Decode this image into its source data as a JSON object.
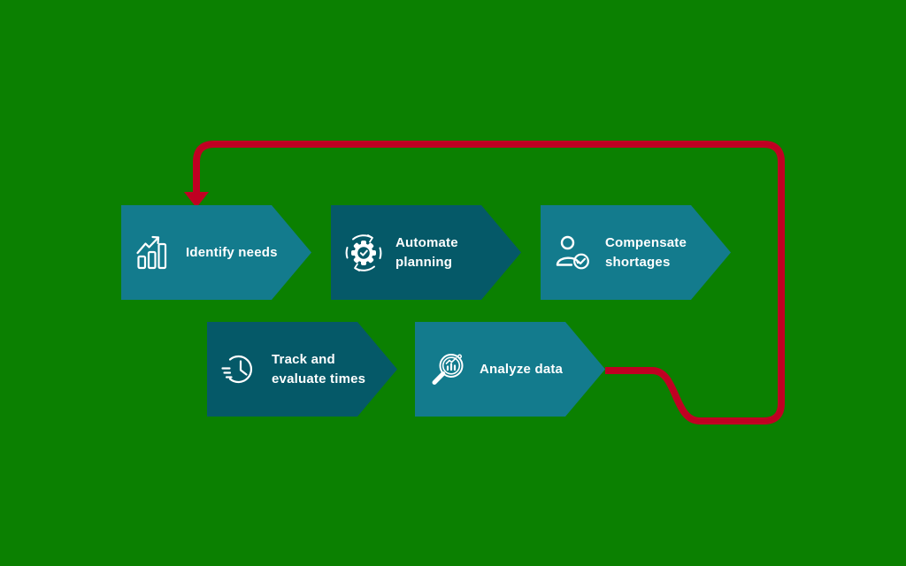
{
  "title": "Workforce planning feedback loop diagram",
  "colors": {
    "background": "#0b8001",
    "teal_light": "#137b8d",
    "teal_dark": "#055968",
    "red": "#c00022",
    "text": "#ffffff"
  },
  "steps": [
    {
      "id": "identify-needs",
      "label": "Identify needs",
      "icon": "bar-chart-rising-icon",
      "variant": "light"
    },
    {
      "id": "automate-planning",
      "label": "Automate planning",
      "icon": "gear-sync-icon",
      "variant": "dark"
    },
    {
      "id": "compensate-shortages",
      "label": "Compensate shortages",
      "icon": "person-check-icon",
      "variant": "light"
    },
    {
      "id": "track-evaluate-times",
      "label": "Track and evaluate times",
      "icon": "clock-fast-icon",
      "variant": "dark"
    },
    {
      "id": "analyze-data",
      "label": "Analyze data",
      "icon": "magnifier-chart-icon",
      "variant": "light"
    }
  ],
  "loop_arrow": {
    "description": "feedback loop from Analyze data back to Identify needs",
    "color": "#c00022"
  }
}
